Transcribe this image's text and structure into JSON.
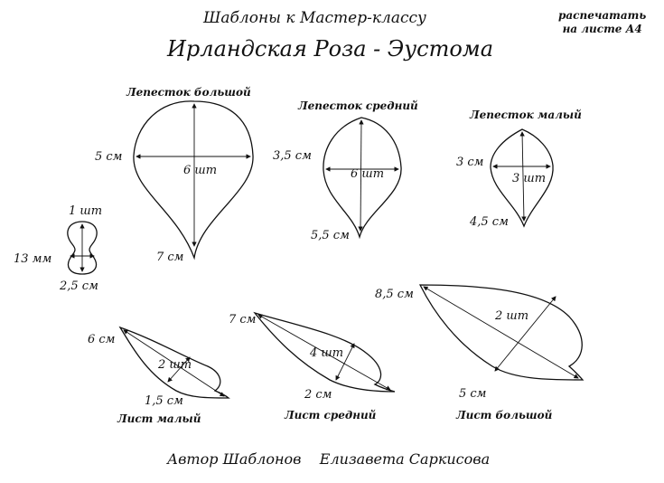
{
  "header": {
    "title": "Шаблоны к Мастер-классу",
    "subtitle": "Ирландская Роза - Эустома",
    "print_note_line1": "распечатать",
    "print_note_line2": "на листе А4"
  },
  "templates": {
    "petal_large": {
      "name": "Лепесток большой",
      "width": "5 см",
      "count": "6 шт",
      "length": "7 см"
    },
    "petal_medium": {
      "name": "Лепесток средний",
      "width": "3,5 см",
      "count": "6 шт",
      "length": "5,5 см"
    },
    "petal_small": {
      "name": "Лепесток малый",
      "width": "3 см",
      "count": "3 шт",
      "length": "4,5 см"
    },
    "bead": {
      "count": "1 шт",
      "width": "13 мм",
      "length": "2,5 см"
    },
    "leaf_small": {
      "name": "Лист малый",
      "length": "6 см",
      "count": "2 шт",
      "width": "1,5 см"
    },
    "leaf_medium": {
      "name": "Лист средний",
      "length": "7 см",
      "count": "4 шт",
      "width": "2 см"
    },
    "leaf_large": {
      "name": "Лист большой",
      "length": "8,5 см",
      "count": "2 шт",
      "width": "5 см"
    }
  },
  "footer": {
    "author_label": "Автор Шаблонов",
    "author_name": "Елизавета Саркисова"
  }
}
